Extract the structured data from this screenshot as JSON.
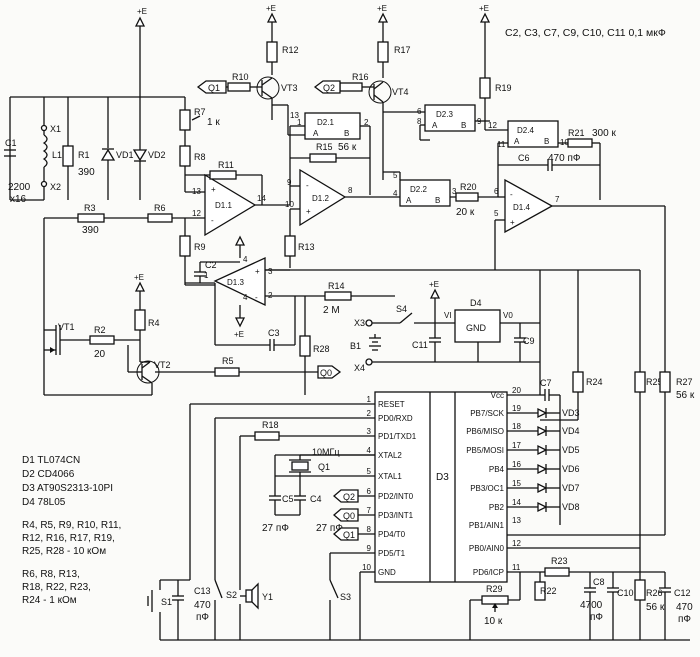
{
  "header_note": "C2, C3, C7, C9, C10, C11 0,1 мкФ",
  "power": "+E",
  "legend": [
    "D1 TL074CN",
    "D2 CD4066",
    "D3 AT90S2313-10PI",
    "D4 78L05"
  ],
  "res10k": [
    "R4, R5, R9, R10, R11,",
    "R12, R16, R17, R19,",
    "R25, R28 - 10 кОм"
  ],
  "res1k": [
    "R6, R8, R13,",
    "R18, R22, R23,",
    "R24 - 1 кОм"
  ],
  "labels": {
    "X1": "X1",
    "X2": "X2",
    "L1": "L1",
    "C1": "C1",
    "C1v": "2200",
    "C1m": "x16",
    "R1": "R1",
    "R1v": "390",
    "VD1": "VD1",
    "VD2": "VD2",
    "R3": "R3",
    "R3v": "390",
    "R6": "R6",
    "R7": "R7",
    "R7v": "1 к",
    "R8": "R8",
    "R9": "R9",
    "R11": "R11",
    "R10": "R10",
    "R12": "R12",
    "VT3": "VT3",
    "Q1": "Q1",
    "R13": "R13",
    "R14": "R14",
    "R14v": "2 М",
    "R15": "R15",
    "R15v": "56 к",
    "R16": "R16",
    "R17": "R17",
    "VT4": "VT4",
    "Q2": "Q2",
    "R19": "R19",
    "R20": "R20",
    "R20v": "20 к",
    "R21": "R21",
    "R21v": "300 к",
    "C6": "C6",
    "C6v": "470 пФ",
    "C2": "C2",
    "C3": "C3",
    "D11": "D1.1",
    "D12": "D1.2",
    "D13": "D1.3",
    "D14": "D1.4",
    "D21": "D2.1",
    "D22": "D2.2",
    "D23": "D2.3",
    "D24": "D2.4",
    "VT1": "VT1",
    "R2": "R2",
    "R2v": "20",
    "R4": "R4",
    "VT2": "VT2",
    "R5": "R5",
    "Q0": "Q0",
    "S4": "S4",
    "X3": "X3",
    "X4": "X4",
    "B1": "B1",
    "C11": "C11",
    "D4": "D4",
    "GND": "GND",
    "VI": "VI",
    "VO": "V0",
    "C9": "C9",
    "R28": "R28",
    "R24": "R24",
    "R25": "R25",
    "R27": "R27",
    "R27v": "56 к",
    "C7": "C7",
    "R18": "R18",
    "q10": "10МГц",
    "Q1x": "Q1",
    "C5": "C5",
    "C4": "C4",
    "C5v": "27 пФ",
    "C4v": "27 пФ",
    "D3": "D3",
    "S1": "S1",
    "C13": "C13",
    "C13v": "470",
    "C13u": "пФ",
    "S2": "S2",
    "Y1": "Y1",
    "S3": "S3",
    "R22": "R22",
    "R23": "R23",
    "R29": "R29",
    "R29v": "10 к",
    "C8": "C8",
    "C8v": "4700",
    "C8u": "пФ",
    "C10": "C10",
    "R26": "R26",
    "R26v": "56 к",
    "C12": "C12",
    "C12v": "470",
    "C12u": "пФ",
    "VD3": "VD3",
    "VD4": "VD4",
    "VD5": "VD5",
    "VD6": "VD6",
    "VD7": "VD7",
    "VD8": "VD8"
  },
  "pins_left": [
    {
      "n": "1",
      "t": "RESET"
    },
    {
      "n": "2",
      "t": "PD0/RXD"
    },
    {
      "n": "3",
      "t": "PD1/TXD1"
    },
    {
      "n": "4",
      "t": "XTAL2"
    },
    {
      "n": "5",
      "t": "XTAL1"
    },
    {
      "n": "6",
      "t": "PD2/INT0"
    },
    {
      "n": "7",
      "t": "PD3/INT1"
    },
    {
      "n": "8",
      "t": "PD4/T0"
    },
    {
      "n": "9",
      "t": "PD5/T1"
    },
    {
      "n": "10",
      "t": "GND"
    }
  ],
  "pins_right": [
    {
      "n": "20",
      "t": "Vcc"
    },
    {
      "n": "19",
      "t": "PB7/SCK"
    },
    {
      "n": "18",
      "t": "PB6/MISO"
    },
    {
      "n": "17",
      "t": "PB5/MOSI"
    },
    {
      "n": "16",
      "t": "PB4"
    },
    {
      "n": "15",
      "t": "PB3/OC1"
    },
    {
      "n": "14",
      "t": "PB2"
    },
    {
      "n": "13",
      "t": "PB1/AIN1"
    },
    {
      "n": "12",
      "t": "PB0/AIN0"
    },
    {
      "n": "11",
      "t": "PD6/ICP"
    }
  ]
}
